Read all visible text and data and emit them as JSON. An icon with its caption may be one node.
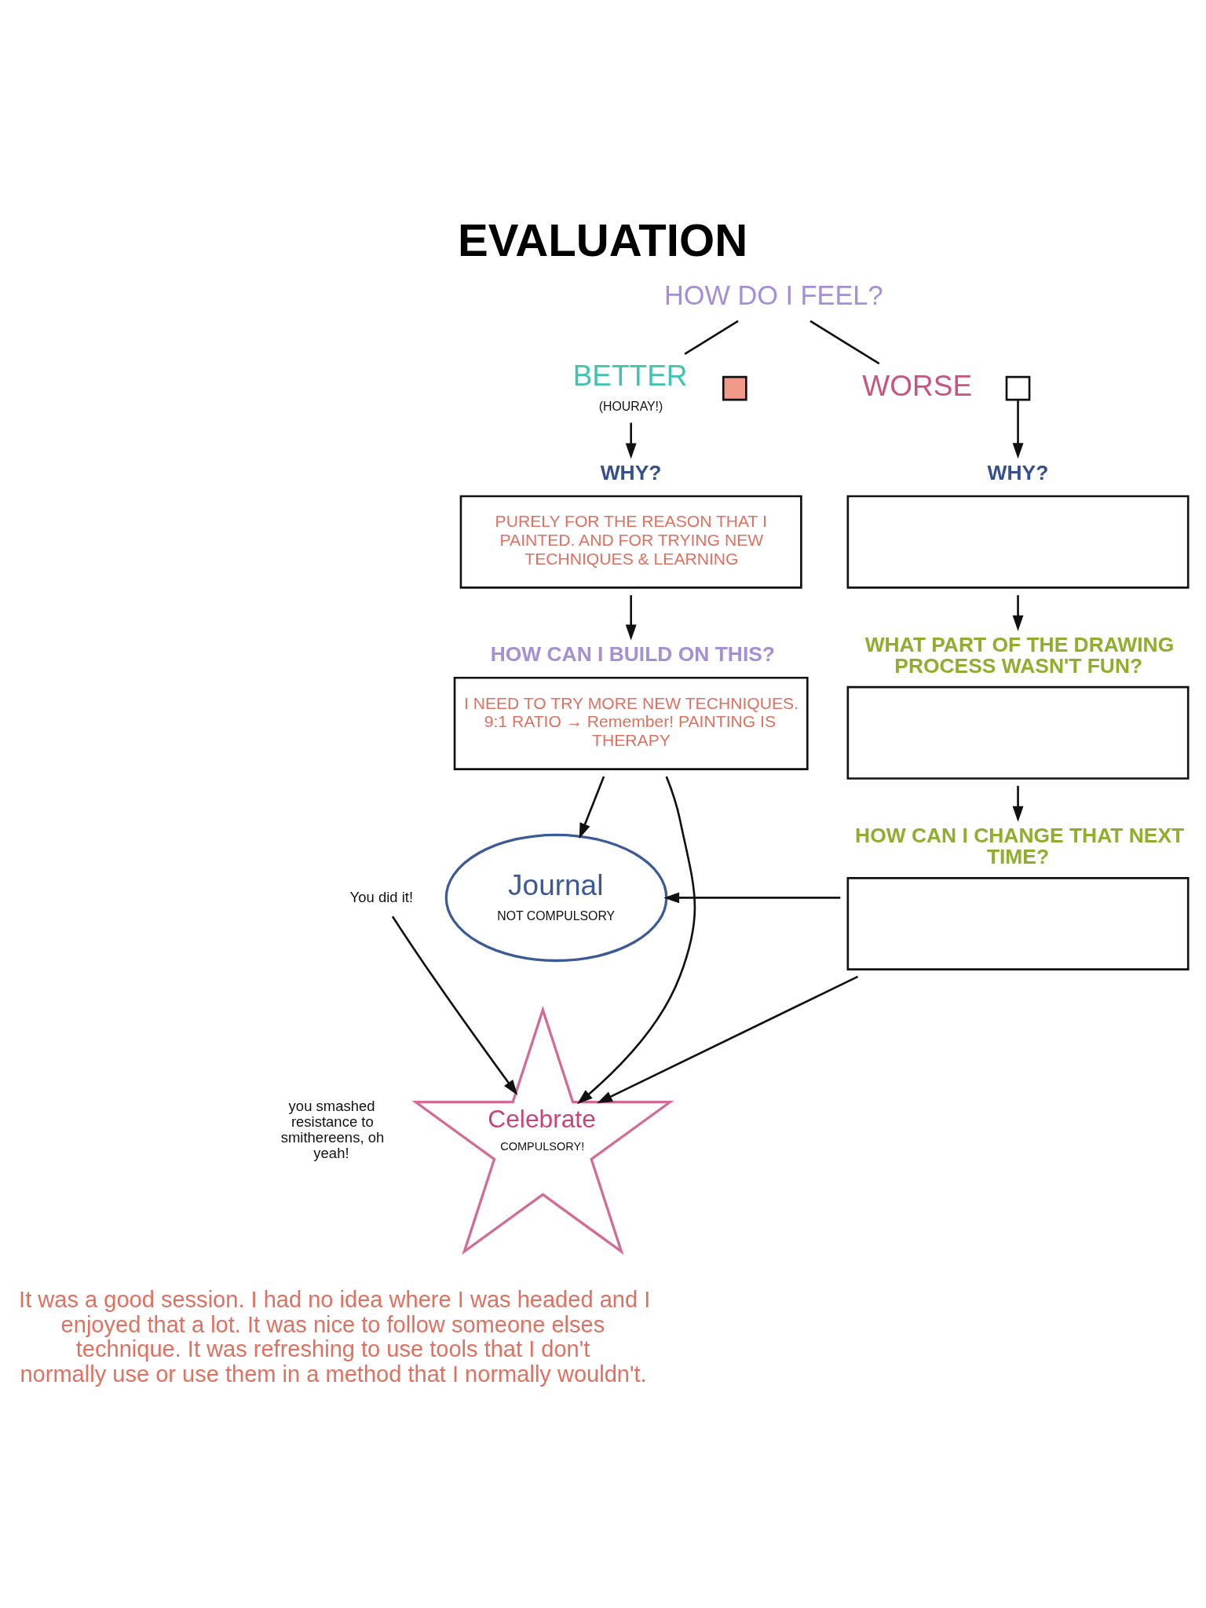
{
  "diagram": {
    "title": "EVALUATION",
    "nodes": [
      {
        "text": [
          "HOW DO I FEEL?"
        ]
      },
      {
        "text": [
          "BETTER"
        ],
        "beside": [
          "(HOURAY!)"
        ]
      },
      {
        "text": [],
        "shape": "box"
      },
      {
        "text": [
          "WORSE"
        ]
      },
      {
        "text": [],
        "shape": "box"
      },
      {
        "text": [
          "WHY?",
          "PURELY FOR THE REASON THAT I PAINTED. AND FOR TRYING NEW TECHNIQUES & LEARNING"
        ]
      },
      {
        "text": [
          "HOW CAN I BUILD ON THIS?",
          "I NEED TO TRY MORE NEW TECHNIQUES. 9:1 RATIO → Remember! PAINTING IS THERAPY"
        ]
      },
      {
        "text": [
          "Journal",
          "NOT COMPULSORY"
        ]
      },
      {
        "text": [
          "Celebrate",
          "COMPULSORY!"
        ]
      },
      {
        "text": [
          "You did it!"
        ]
      },
      {
        "text": [
          "WHY?"
        ]
      },
      {
        "text": [
          "WHAT PART OF THE DRAWING PROCESS WASN'T FUN?"
        ]
      },
      {
        "text": [
          "HOW CAN I CHANGE THAT NEXT TIME?"
        ]
      }
    ],
    "edges": [
      {
        "from": 0,
        "to": 1,
        "arrow": "none"
      },
      {
        "from": 0,
        "to": 3,
        "arrow": "none"
      },
      {
        "from": 1,
        "to": 5,
        "arrow": "to"
      },
      {
        "from": 4,
        "to": 10,
        "arrow": "to"
      },
      {
        "from": 5,
        "to": 6,
        "arrow": "to"
      },
      {
        "from": 6,
        "to": 7,
        "arrow": "to"
      },
      {
        "from": 6,
        "to": 8,
        "arrow": "to"
      },
      {
        "from": 9,
        "to": 8,
        "arrow": "to"
      },
      {
        "from": 10,
        "to": 11,
        "arrow": "to"
      },
      {
        "from": 11,
        "to": 12,
        "arrow": "to"
      },
      {
        "from": 12,
        "to": 7,
        "arrow": "to"
      },
      {
        "from": 12,
        "to": 8,
        "arrow": "to"
      }
    ],
    "labels": [
      "you smashed resistance to smithereens, oh yeah!",
      "It was a good session. I had no idea where I was headed and I enjoyed that a lot. It was nice to follow someone elses technique. It was refreshing to use tools that I don't normally use or use them in a method that I normally wouldn't."
    ]
  }
}
